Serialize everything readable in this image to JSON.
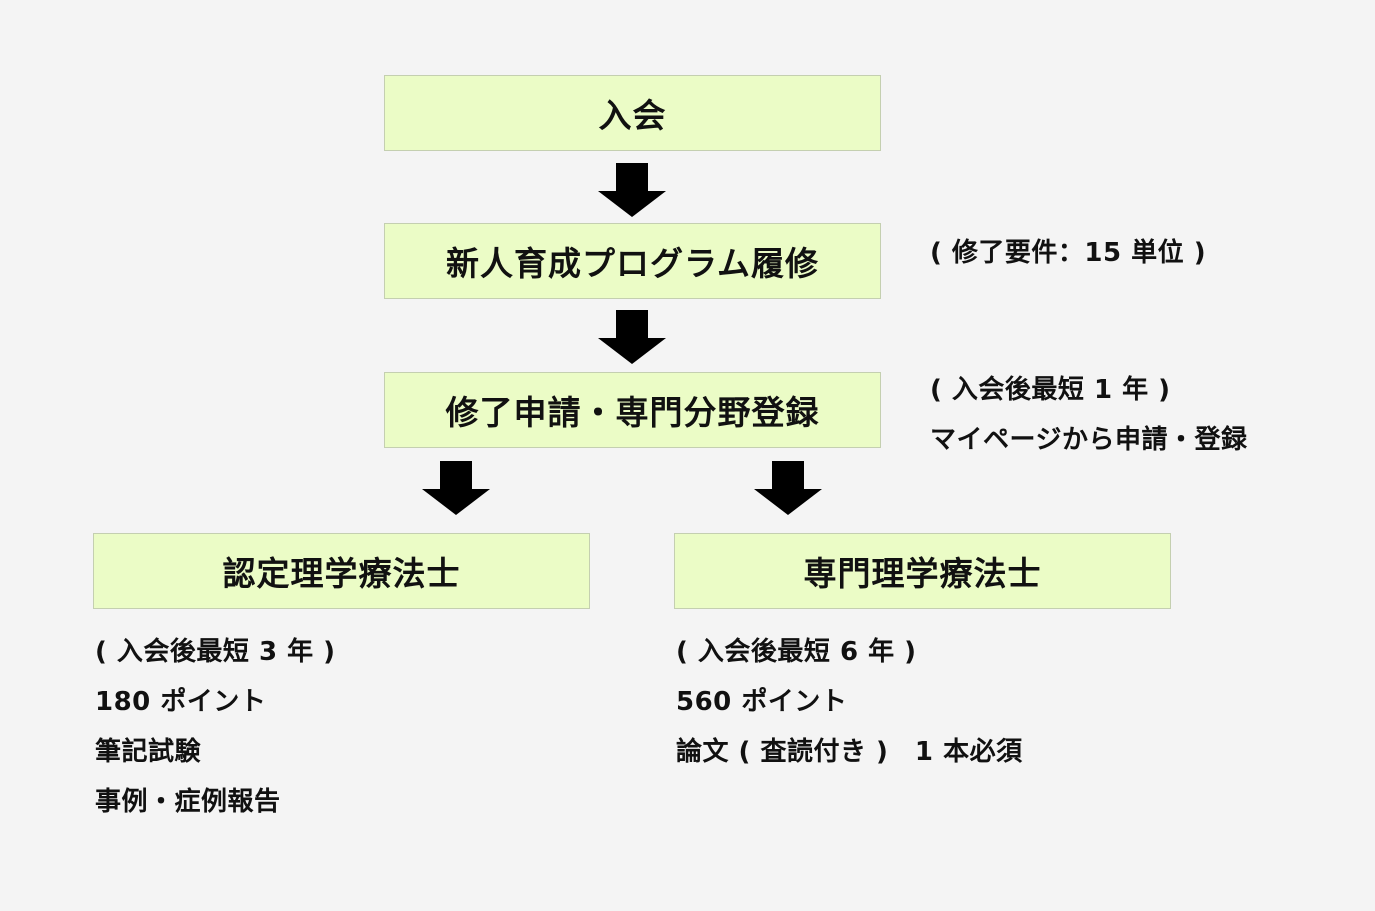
{
  "steps": {
    "join": "入会",
    "training": "新人育成プログラム履修",
    "application": "修了申請・専門分野登録",
    "certified": "認定理学療法士",
    "specialist": "専門理学療法士"
  },
  "notes": {
    "training": "( 修了要件：15 単位 )",
    "application": [
      "( 入会後最短 1 年 )",
      "マイページから申請・登録"
    ],
    "certified": [
      "( 入会後最短 3 年 )",
      "180 ポイント",
      "筆記試験",
      "事例・症例報告"
    ],
    "specialist": [
      "( 入会後最短 6 年 )",
      "560 ポイント",
      "論文 ( 査読付き )　1 本必須"
    ]
  },
  "colors": {
    "box_fill": "#ebfcc6",
    "box_border": "#c4cfb0",
    "arrow": "#000000",
    "background": "#f4f4f4"
  },
  "icons": [
    "down-arrow-icon"
  ]
}
